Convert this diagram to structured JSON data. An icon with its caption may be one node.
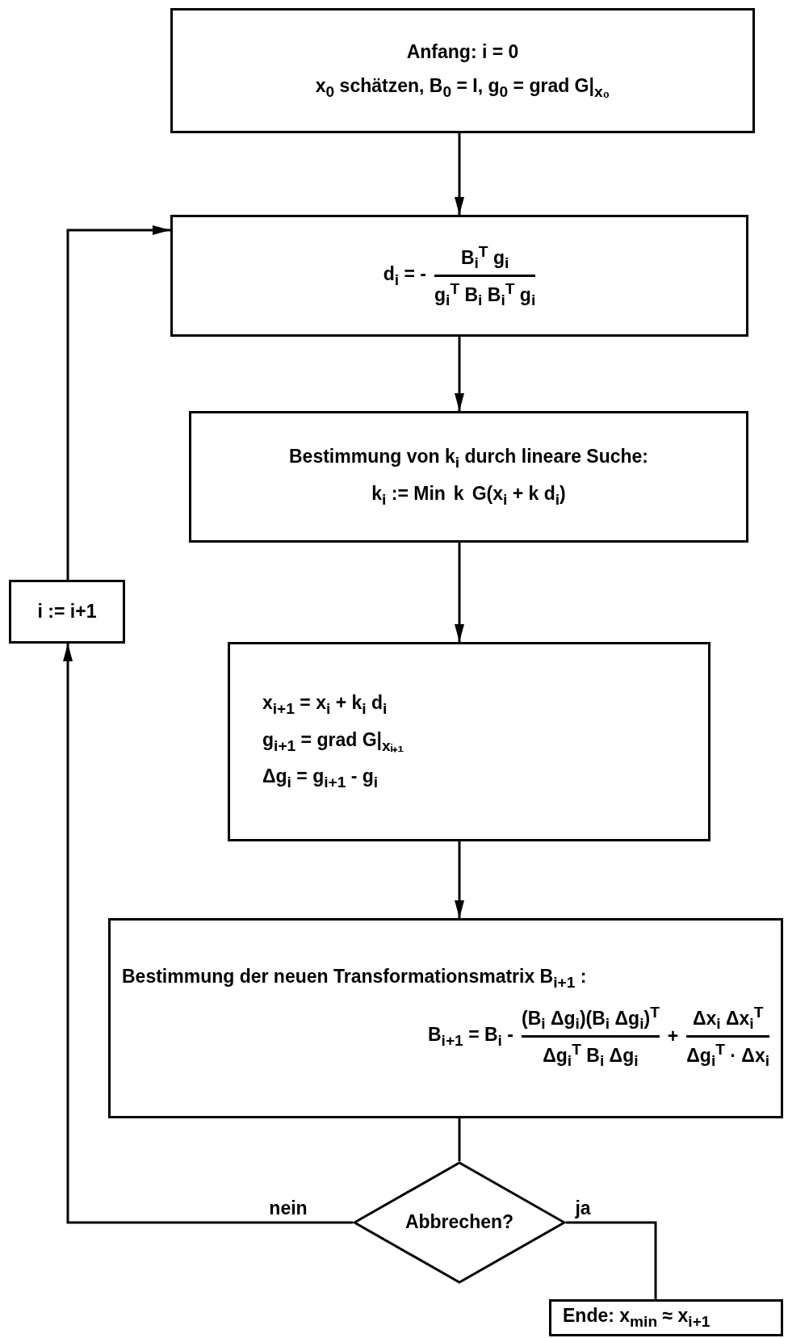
{
  "diagram": {
    "nodes": [
      {
        "text": [
          "Anfang: i = 0",
          "x$_{0}$ schätzen, B$_{0}$ = I, g$_{0}$ = grad G|$_{x₀}$"
        ]
      },
      {
        "text": [
          "d$_{i}$ = -",
          "B$_{i}$$^{T}$ g$_{i}$",
          "g$_{i}$$^{T}$ B$_{i}$ B$_{i}$$^{T}$ g$_{i}$"
        ]
      },
      {
        "text": [
          "Bestimmung von k$_{i}$ durch lineare Suche:",
          "k$_{i}$ := Min",
          "k",
          "G(x$_{i}$ + k d$_{i}$)"
        ]
      },
      {
        "text": [
          "x$_{i+1}$ = x$_{i}$ + k$_{i}$ d$_{i}$",
          "g$_{i+1}$ = grad G|$_{xᵢ₊₁}$",
          "Δg$_{i}$ = g$_{i+1}$ - g$_{i}$"
        ]
      },
      {
        "text": [
          "Bestimmung der neuen Transformationsmatrix B$_{i+1}$ :",
          "B$_{i+1}$ = B$_{i}$ -",
          "(B$_{i}$ Δg$_{i}$)(B$_{i}$ Δg$_{i}$)$^{T}$",
          "Δg$_{i}$$^{T}$ B$_{i}$ Δg$_{i}$",
          "+",
          "Δx$_{i}$ Δx$_{i}$$^{T}$",
          "Δg$_{i}$$^{T}$ · Δx$_{i}$"
        ]
      },
      {
        "text": [
          "Abbrechen?"
        ]
      },
      {
        "text": [
          "Ende: x$_{min}$ ≈ x$_{i+1}$"
        ]
      },
      {
        "text": [
          "i := i+1"
        ]
      }
    ],
    "edges": [
      {
        "from": 0,
        "to": 1,
        "arrow": "to"
      },
      {
        "from": 1,
        "to": 2,
        "arrow": "to"
      },
      {
        "from": 2,
        "to": 3,
        "arrow": "to"
      },
      {
        "from": 3,
        "to": 4,
        "arrow": "to"
      },
      {
        "from": 4,
        "to": 5,
        "arrow": "none"
      },
      {
        "from": 5,
        "to": 7,
        "arrow": "to",
        "label": "nein"
      },
      {
        "from": 7,
        "to": 1,
        "arrow": "to"
      },
      {
        "from": 5,
        "to": 6,
        "arrow": "none",
        "label": "ja"
      }
    ]
  }
}
